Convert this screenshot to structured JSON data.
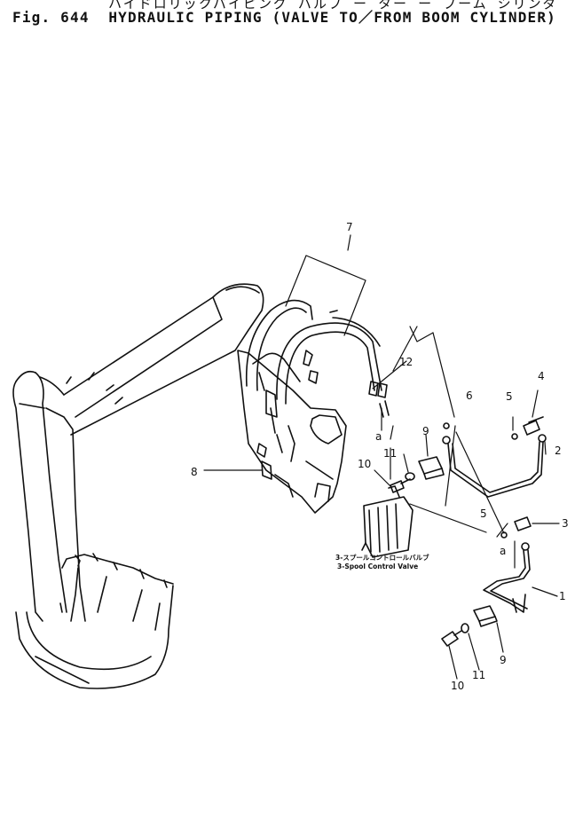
{
  "header": {
    "japanese_title": "ハイドロリックパイピング バルブ ー ター ー ブーム シリンダ",
    "fig_label": "Fig. 644",
    "title": "HYDRAULIC PIPING (VALVE TO／FROM BOOM CYLINDER)"
  },
  "callouts": {
    "c1": "1",
    "c2": "2",
    "c3": "3",
    "c4": "4",
    "c5a": "5",
    "c5b": "5",
    "c6": "6",
    "c7": "7",
    "c8": "8",
    "c9a": "9",
    "c9b": "9",
    "c10a": "10",
    "c10b": "10",
    "c11a": "11",
    "c11b": "11",
    "c12": "12",
    "ref_a1": "a",
    "ref_a2": "a"
  },
  "valve_caption": {
    "japanese": "3-スプールコントロールバルブ",
    "english": "3-Spool Control Valve"
  },
  "colors": {
    "ink": "#111111",
    "paper": "#ffffff"
  }
}
